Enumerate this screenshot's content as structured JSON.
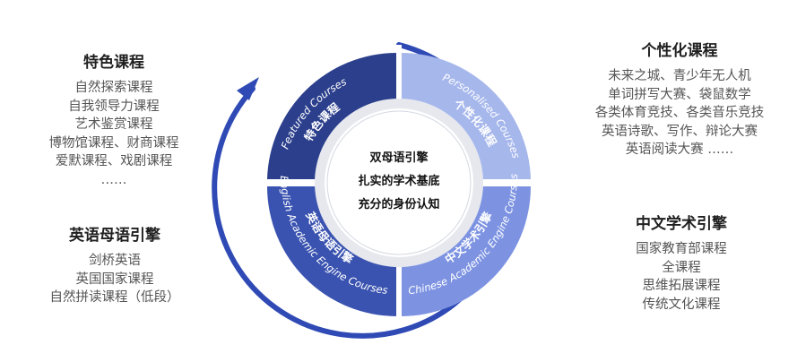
{
  "center": {
    "line1": "双母语引擎",
    "line2": "扎实的学术基底",
    "line3": "充分的身份认知"
  },
  "segments": {
    "featured": {
      "cn": "特色课程",
      "en": "Featured Courses",
      "color": "#2b3f8c"
    },
    "personal": {
      "cn": "个性化课程",
      "en": "Personalised Courses",
      "color": "#a6b7ec"
    },
    "english": {
      "cn": "英语母语引擎",
      "en": "English Academic Engine Courses",
      "color": "#3a53b0"
    },
    "chinese": {
      "cn": "中文学术引擎",
      "en": "Chinese Academic Engine Courses",
      "color": "#7d93e2"
    }
  },
  "colors": {
    "arc": "#2f4ab5",
    "inner_ring": "#e6e8ee"
  },
  "blocks": {
    "featured": {
      "title": "特色课程",
      "items": [
        "自然探索课程",
        "自我领导力课程",
        "艺术鉴赏课程",
        "博物馆课程、财商课程",
        "爱默课程、戏剧课程",
        "……"
      ]
    },
    "english": {
      "title": "英语母语引擎",
      "items": [
        "剑桥英语",
        "英国国家课程",
        "自然拼读课程（低段）"
      ]
    },
    "personal": {
      "title": "个性化课程",
      "items": [
        "未来之城、青少年无人机",
        "单词拼写大赛、袋鼠数学",
        "各类体育竞技、各类音乐竞技",
        "英语诗歌、写作、辩论大赛",
        "英语阅读大赛 ……"
      ]
    },
    "chinese": {
      "title": "中文学术引擎",
      "items": [
        "国家教育部课程",
        "全课程",
        "思维拓展课程",
        "传统文化课程"
      ]
    }
  }
}
